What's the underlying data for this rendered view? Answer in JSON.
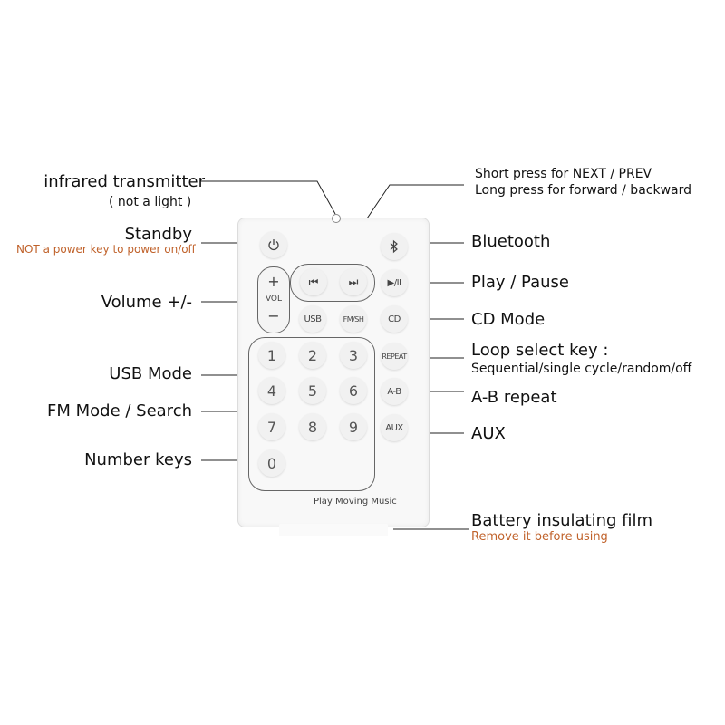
{
  "labels": {
    "ir_title": "infrared transmitter",
    "ir_sub": "( not a light )",
    "standby": "Standby",
    "standby_note": "NOT a power key to power on/off",
    "volume": "Volume +/-",
    "usb_mode": "USB Mode",
    "fm_mode": "FM Mode / Search",
    "number_keys": "Number keys",
    "skip_short": "Short press for NEXT / PREV",
    "skip_long": "Long press for forward / backward",
    "bluetooth": "Bluetooth",
    "play_pause": "Play / Pause",
    "cd_mode": "CD Mode",
    "loop_title": "Loop select key :",
    "loop_sub": "Sequential/single cycle/random/off",
    "ab_repeat": "A-B repeat",
    "aux": "AUX",
    "battery_title": "Battery insulating film",
    "battery_note": "Remove it before using"
  },
  "remote": {
    "brand_text": "Play Moving Music",
    "vol_label": "VOL",
    "vol_plus": "+",
    "vol_minus": "−",
    "usb_key": "USB",
    "fm_key": "FM/SH",
    "cd_key": "CD",
    "repeat_key": "REPEAT",
    "ab_key": "A-B",
    "aux_key": "AUX",
    "play_key": "▶/II",
    "prev_key": "⏮",
    "next_key": "⏭",
    "numbers": [
      "1",
      "2",
      "3",
      "4",
      "5",
      "6",
      "7",
      "8",
      "9",
      "0"
    ]
  },
  "colors": {
    "note": "#c0622b",
    "line": "#222222"
  },
  "icons": {
    "standby": "power-icon",
    "bluetooth": "bluetooth-icon"
  }
}
